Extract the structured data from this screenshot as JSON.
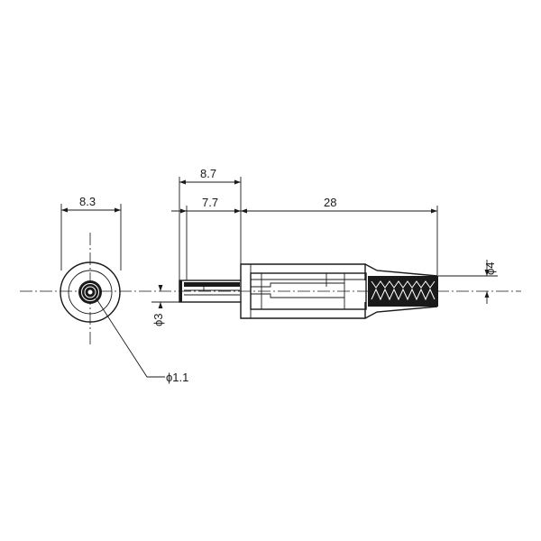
{
  "dimensions": {
    "front_width": "8.3",
    "total_tip_length": "8.7",
    "tip_length": "7.7",
    "body_length": "28",
    "cable_diameter": "ϕ4",
    "pin_diameter": "ϕ3",
    "hole_diameter": "ϕ1.1"
  }
}
